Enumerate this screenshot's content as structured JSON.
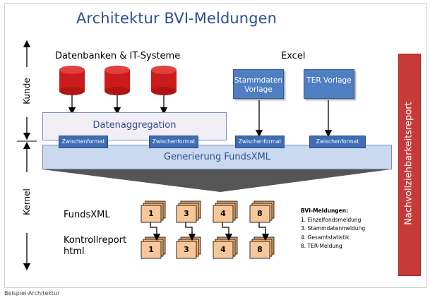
{
  "title": "Architektur BVI-Meldungen",
  "headers": {
    "databases": "Datenbanken & IT-Systeme",
    "excel": "Excel"
  },
  "side_labels": {
    "kunde": "Kunde",
    "kernel": "Kernel",
    "report": "Nachvollziehbarkeitsreport"
  },
  "templates": {
    "stammdaten": "Stammdaten Vorlage",
    "ter": "TER Vorlage"
  },
  "boxes": {
    "aggregation": "Datenaggregation",
    "generation": "Generierung FundsXML"
  },
  "zwischenformat": [
    "Zwischenformat",
    "Zwischenformat",
    "Zwischenformat",
    "Zwischenformat"
  ],
  "outputs": {
    "fundsxml": "FundsXML",
    "kontrollreport": "Kontrollreport html"
  },
  "doc_numbers": [
    "1",
    "3",
    "4",
    "8"
  ],
  "legend": {
    "title": "BVI-Meldungen:",
    "items": [
      "1. Einzelfondsmeldung",
      "3. Stammdatenmeldung",
      "4. Gesamtstatistik",
      "8. TER-Meldung"
    ]
  },
  "caption": "Beispiel-Architektur",
  "colors": {
    "title": "#2e4f8f",
    "database_red": "#cc1b1b",
    "template_blue": "#4f7fc2",
    "report_bar": "#c73a3a",
    "document_orange": "#f7c79a"
  }
}
